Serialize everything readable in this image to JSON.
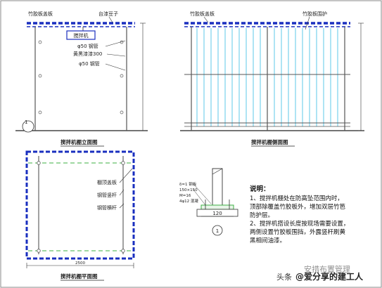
{
  "front_view": {
    "label_canopy": "竹胶板盖板",
    "label_pole": "台漆豆子",
    "label_machine": "搅拌机",
    "label_pipe1": "φ50 钢管",
    "label_paint": "黄黑漆漆300",
    "label_pipe2": "φ50 钢管",
    "marker": "1",
    "title": "搅拌机棚立面图"
  },
  "side_view": {
    "label_canopy": "竹胶板盖板",
    "label_guard": "竹胶板围护",
    "title": "搅拌机棚侧面图"
  },
  "plan_view": {
    "label_roof": "棚顶盖板",
    "label_column": "钢管竖杆",
    "label_beam": "钢管横杆",
    "dimension": "2500",
    "title": "搅拌机棚平面图"
  },
  "detail": {
    "callout1": "δ=1 钢板",
    "callout2": "150×150",
    "callout3": "M=16",
    "callout4": "4φ12 混凝",
    "dimension": "120",
    "marker": "1"
  },
  "notes": {
    "heading": "说明：",
    "lines": [
      "1、搅拌机棚处在防高坠范围内时，",
      "顶部除覆盖竹胶板外，增加双层竹笆",
      "防护层。",
      "2、搅拌机搭设长度按现场需要设置，",
      "两侧设置竹胶板围挡，外露竖杆刷黄",
      "黑相间油漆。"
    ]
  },
  "watermark": {
    "prefix": "头条",
    "handle": "@爱分享的建工人",
    "faint": "安措布置管理"
  }
}
